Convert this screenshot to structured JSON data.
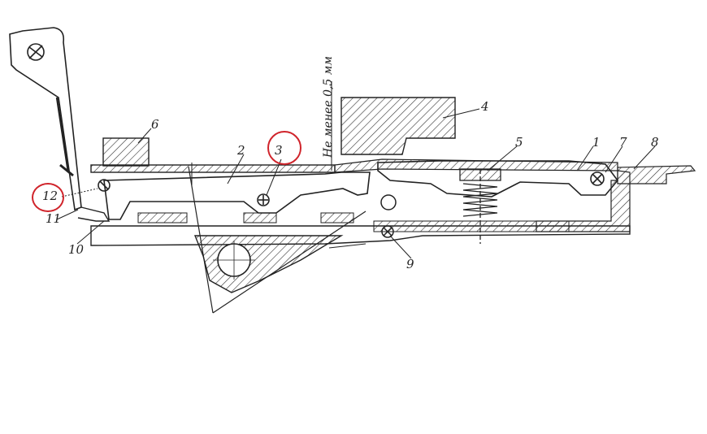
{
  "labels": {
    "l1": "1",
    "l2": "2",
    "l3": "3",
    "l4": "4",
    "l5": "5",
    "l6": "6",
    "l7": "7",
    "l8": "8",
    "l9": "9",
    "l10": "10",
    "l11": "11",
    "l12": "12"
  },
  "note": "Не менее 0,5 мм",
  "highlight_color": "#d0242b"
}
